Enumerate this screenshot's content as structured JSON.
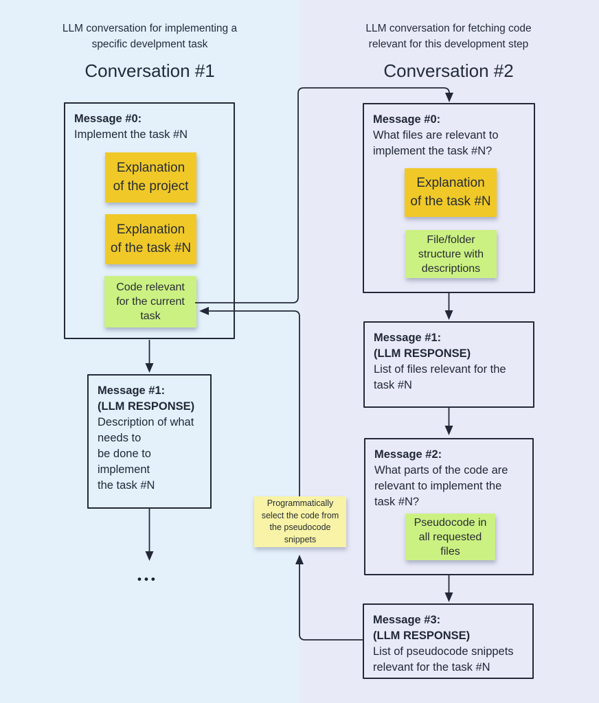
{
  "colors": {
    "background_left": "#e4f1fb",
    "background_right": "#e9eaf8",
    "line": "#222838",
    "sticky_yellow": "#f0c929",
    "sticky_green": "#ccf183",
    "sticky_pale_yellow": "#f8f3a6",
    "text": "#232b3a"
  },
  "left_panel": {
    "header": "LLM conversation for implementing a\nspecific develpment task",
    "title": "Conversation #1",
    "message0": {
      "heading": "Message #0:",
      "body": "Implement the task #N",
      "sticky_project": "Explanation\nof the project",
      "sticky_task": "Explanation\nof the task #N",
      "sticky_code": "Code relevant\nfor the current\ntask"
    },
    "message1": {
      "heading": "Message #1:\n(LLM RESPONSE)",
      "body": "Description of what\nneeds to\nbe done to\nimplement\nthe task #N"
    },
    "ellipsis": "•••"
  },
  "right_panel": {
    "header": "LLM conversation for fetching code\nrelevant for this development step",
    "title": "Conversation #2",
    "message0": {
      "heading": "Message #0:",
      "body": "What files are relevant to\nimplement the task #N?",
      "sticky_task": "Explanation\nof the task #N",
      "sticky_files": "File/folder\nstructure with\ndescriptions"
    },
    "message1": {
      "heading": "Message #1:\n(LLM RESPONSE)",
      "body": "List of files relevant for the\ntask #N"
    },
    "message2": {
      "heading": "Message #2:",
      "body": "What parts of the code are\nrelevant to implement the\ntask #N?",
      "sticky_pseudocode": "Pseudocode in\nall requested\nfiles"
    },
    "message3": {
      "heading": "Message #3:\n(LLM RESPONSE)",
      "body": "List of pseudocode snippets\nrelevant for the task #N"
    }
  },
  "middle_note": "Programmatically\nselect the code from\nthe pseudocode\nsnippets"
}
